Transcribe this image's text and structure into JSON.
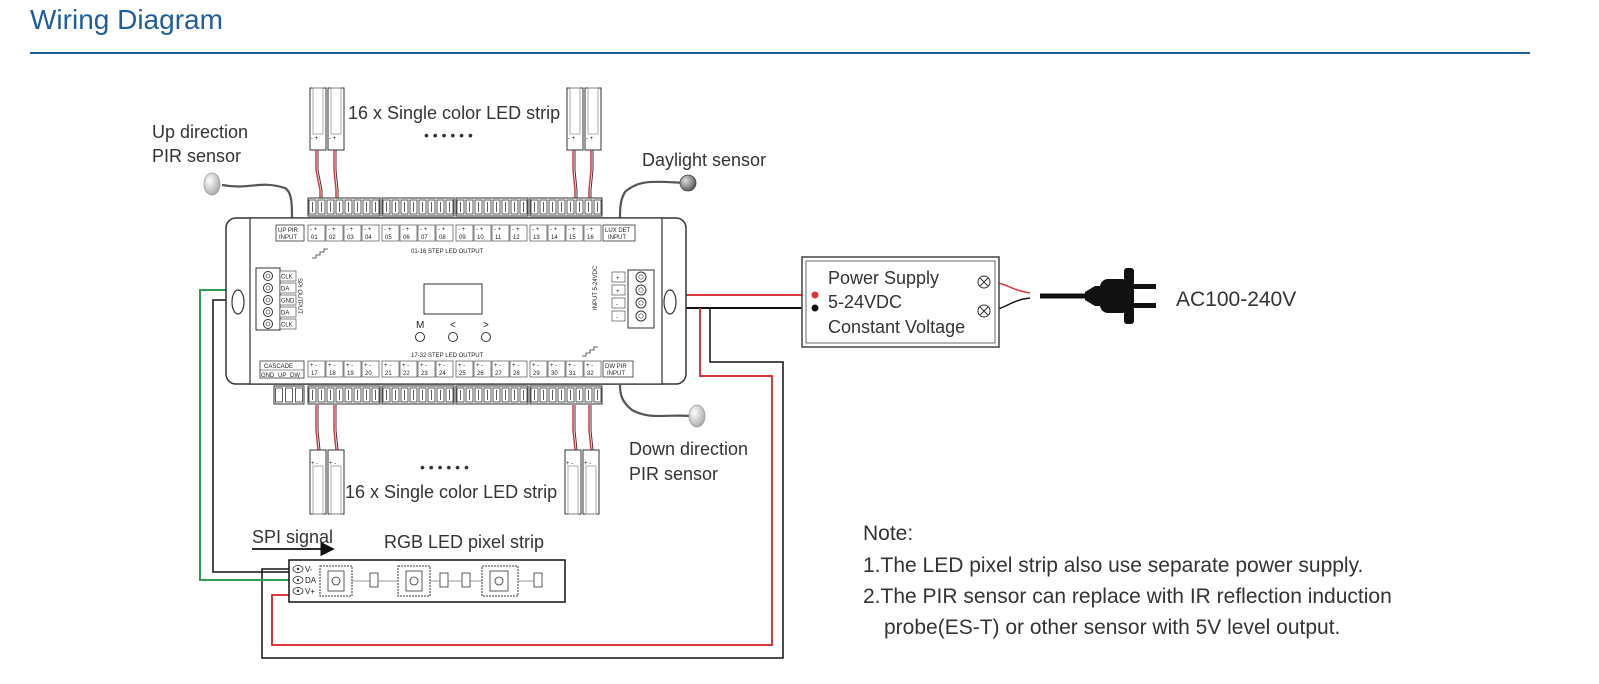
{
  "header": {
    "title": "Wiring Diagram"
  },
  "labels": {
    "top_strip": "16 x Single color LED strip",
    "bottom_strip": "16 x Single color LED strip",
    "ellipsis": "• • • • • •",
    "up_pir_1": "Up direction",
    "up_pir_2": "PIR sensor",
    "daylight": "Daylight sensor",
    "down_pir_1": "Down direction",
    "down_pir_2": "PIR sensor",
    "spi_signal": "SPI signal",
    "rgb_strip": "RGB LED pixel strip",
    "ac": "AC100-240V"
  },
  "power_supply": {
    "line1": "Power Supply",
    "line2": "5-24VDC",
    "line3": "Constant Voltage"
  },
  "controller": {
    "up_pir_input_1": "UP PIR",
    "up_pir_input_2": "INPUT",
    "lux_det_1": "LUX DET",
    "lux_det_2": "INPUT",
    "dw_pir_1": "DW PIR",
    "dw_pir_2": "INPUT",
    "top_output": "01-16 STEP LED OUTPUT",
    "bottom_output": "17-32 STEP LED OUTPUT",
    "cascade": "CASCADE",
    "cascade_gnd": "GND",
    "cascade_up": "UP",
    "cascade_dw": "DW",
    "spi_output": "SPI OUTPUT",
    "input_label": "INPUT 5-24VDC",
    "btn_m": "M",
    "btn_left": "<",
    "btn_right": ">",
    "top_channels": [
      "01",
      "02",
      "03",
      "04",
      "05",
      "06",
      "07",
      "08",
      "09",
      "10",
      "11",
      "12",
      "13",
      "14",
      "15",
      "16"
    ],
    "bottom_channels": [
      "17",
      "18",
      "19",
      "20",
      "21",
      "22",
      "23",
      "24",
      "25",
      "26",
      "27",
      "28",
      "29",
      "30",
      "31",
      "32"
    ],
    "spi_pins": [
      "CLK",
      "DA",
      "GND",
      "DA",
      "CLK"
    ],
    "power_pins": [
      "+",
      "+",
      "-",
      "-"
    ],
    "pol_top": "- +",
    "pol_bottom": "+ -"
  },
  "strip_pins": [
    "V-",
    "DA",
    "V+"
  ],
  "strip_polarity_top": "- +",
  "strip_polarity_bottom": "+ -",
  "notes": {
    "title": "Note:",
    "n1": "1.The LED pixel strip also use separate power supply.",
    "n2a": "2.The PIR sensor can replace with IR reflection induction",
    "n2b": "probe(ES-T) or other sensor with 5V level output."
  },
  "colors": {
    "title": "#1f5d9c",
    "red_wire": "#d9363e",
    "green_wire": "#2e9e4f",
    "black_wire": "#111111"
  }
}
